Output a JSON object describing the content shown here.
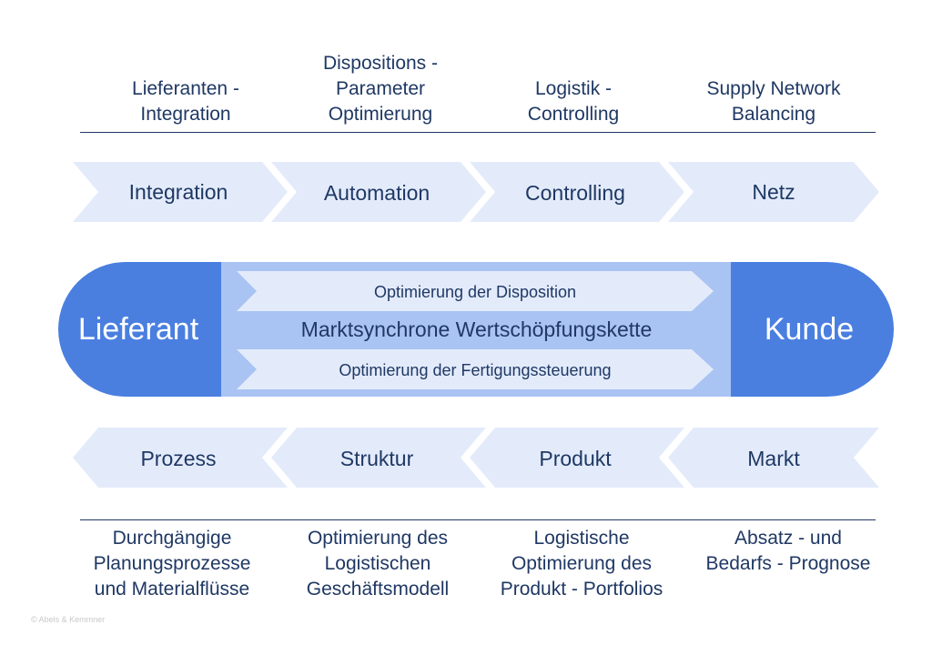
{
  "top_headers": [
    "Lieferanten -\nIntegration",
    "Dispositions -\nParameter\nOptimierung",
    "Logistik -\nControlling",
    "Supply Network\nBalancing"
  ],
  "top_chevrons": [
    "Integration",
    "Automation",
    "Controlling",
    "Netz"
  ],
  "center": {
    "left_label": "Lieferant",
    "right_label": "Kunde",
    "title": "Marktsynchrone Wertschöpfungskette",
    "upper_arrow": "Optimierung der Disposition",
    "lower_arrow": "Optimierung der Fertigungssteuerung"
  },
  "bottom_chevrons": [
    "Prozess",
    "Struktur",
    "Produkt",
    "Markt"
  ],
  "bottom_descriptions": [
    "Durchgängige\nPlanungsprozesse\nund Materialflüsse",
    "Optimierung des\nLogistischen\nGeschäftsmodell",
    "Logistische\nOptimierung des\nProdukt - Portfolios",
    "Absatz - und\nBedarfs - Prognose"
  ],
  "watermark": "© Abels & Kemmner",
  "colors": {
    "dark_blue": "#4a7fe0",
    "mid_blue": "#a9c3f3",
    "light_blue": "#e3ebfb",
    "text": "#1f3864"
  }
}
